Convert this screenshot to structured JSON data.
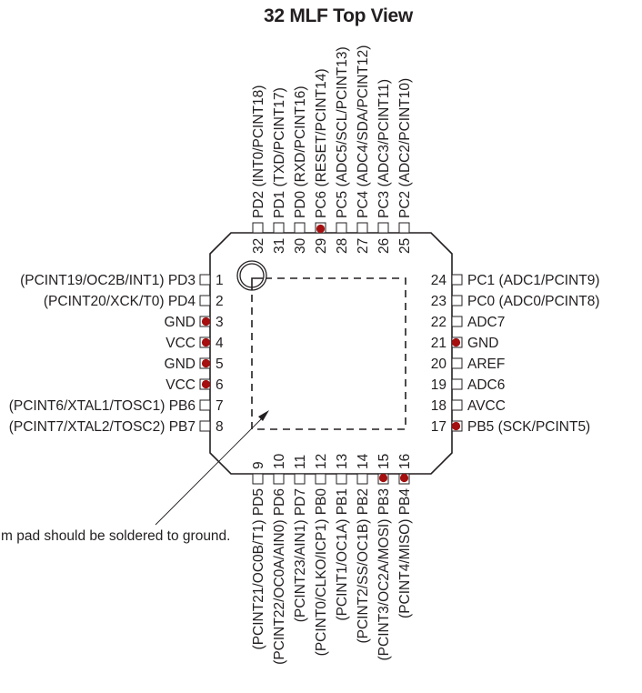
{
  "title": "32 MLF Top View",
  "note": "m pad should be soldered to ground.",
  "colors": {
    "ink": "#231f20",
    "ground_power_dot": "#a50f0f",
    "background": "#ffffff"
  },
  "pins": {
    "left": [
      {
        "number": "1",
        "label": "(PCINT19/OC2B/INT1) PD3",
        "marked": false
      },
      {
        "number": "2",
        "label": "(PCINT20/XCK/T0) PD4",
        "marked": false
      },
      {
        "number": "3",
        "label": "GND",
        "marked": true
      },
      {
        "number": "4",
        "label": "VCC",
        "marked": true
      },
      {
        "number": "5",
        "label": "GND",
        "marked": true
      },
      {
        "number": "6",
        "label": "VCC",
        "marked": true
      },
      {
        "number": "7",
        "label": "(PCINT6/XTAL1/TOSC1) PB6",
        "marked": false
      },
      {
        "number": "8",
        "label": "(PCINT7/XTAL2/TOSC2) PB7",
        "marked": false
      }
    ],
    "bottom": [
      {
        "number": "9",
        "label": "(PCINT21/OC0B/T1) PD5",
        "marked": false
      },
      {
        "number": "10",
        "label": "(PCINT22/OC0A/AIN0) PD6",
        "marked": false
      },
      {
        "number": "11",
        "label": "(PCINT23/AIN1) PD7",
        "marked": false
      },
      {
        "number": "12",
        "label": "(PCINT0/CLKO/ICP1) PB0",
        "marked": false
      },
      {
        "number": "13",
        "label": "(PCINT1/OC1A) PB1",
        "marked": false
      },
      {
        "number": "14",
        "label": "(PCINT2/SS/OC1B) PB2",
        "marked": false
      },
      {
        "number": "15",
        "label": "(PCINT3/OC2A/MOSI) PB3",
        "marked": true
      },
      {
        "number": "16",
        "label": "(PCINT4/MISO) PB4",
        "marked": true
      }
    ],
    "right": [
      {
        "number": "24",
        "label": "PC1 (ADC1/PCINT9)",
        "marked": false
      },
      {
        "number": "23",
        "label": "PC0 (ADC0/PCINT8)",
        "marked": false
      },
      {
        "number": "22",
        "label": "ADC7",
        "marked": false
      },
      {
        "number": "21",
        "label": "GND",
        "marked": true
      },
      {
        "number": "20",
        "label": "AREF",
        "marked": false
      },
      {
        "number": "19",
        "label": "ADC6",
        "marked": false
      },
      {
        "number": "18",
        "label": "AVCC",
        "marked": false
      },
      {
        "number": "17",
        "label": "PB5 (SCK/PCINT5)",
        "marked": true
      }
    ],
    "top": [
      {
        "number": "32",
        "label": "PD2 (INT0/PCINT18)",
        "marked": false
      },
      {
        "number": "31",
        "label": "PD1 (TXD/PCINT17)",
        "marked": false
      },
      {
        "number": "30",
        "label": "PD0 (RXD/PCINT16)",
        "marked": false
      },
      {
        "number": "29",
        "label": "PC6 (RESET/PCINT14)",
        "marked": true
      },
      {
        "number": "28",
        "label": "PC5 (ADC5/SCL/PCINT13)",
        "marked": false
      },
      {
        "number": "27",
        "label": "PC4 (ADC4/SDA/PCINT12)",
        "marked": false
      },
      {
        "number": "26",
        "label": "PC3 (ADC3/PCINT11)",
        "marked": false
      },
      {
        "number": "25",
        "label": "PC2 (ADC2/PCINT10)",
        "marked": false
      }
    ]
  }
}
